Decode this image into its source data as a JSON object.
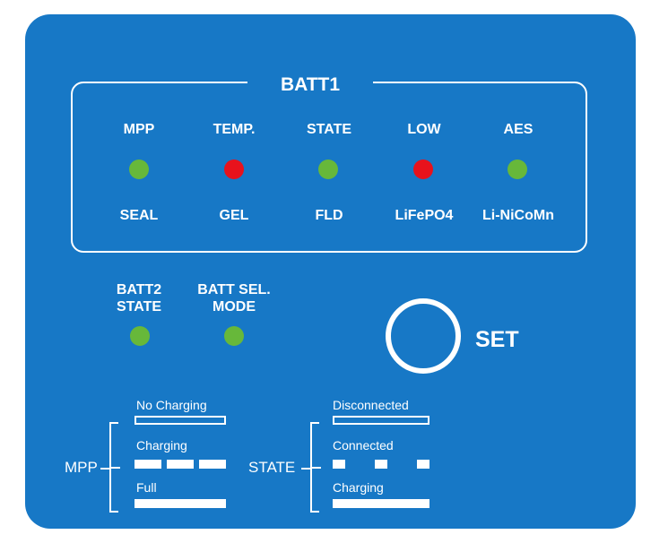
{
  "colors": {
    "panel": "#1778c6",
    "led_green": "#67b83a",
    "led_red": "#e8121c",
    "text": "#ffffff"
  },
  "batt1": {
    "title": "BATT1",
    "columns": [
      {
        "top": "MPP",
        "bottom": "SEAL",
        "led": "green"
      },
      {
        "top": "TEMP.",
        "bottom": "GEL",
        "led": "red"
      },
      {
        "top": "STATE",
        "bottom": "FLD",
        "led": "green"
      },
      {
        "top": "LOW",
        "bottom": "LiFePO4",
        "led": "red"
      },
      {
        "top": "AES",
        "bottom": "Li-NiCoMn",
        "led": "green"
      }
    ]
  },
  "batt2_state": {
    "line1": "BATT2",
    "line2": "STATE",
    "led": "green"
  },
  "batt_sel_mode": {
    "line1": "BATT SEL.",
    "line2": "MODE",
    "led": "green"
  },
  "set_button": {
    "label": "SET"
  },
  "legend": {
    "mpp": {
      "label": "MPP",
      "items": [
        {
          "label": "No Charging",
          "pattern": "off"
        },
        {
          "label": "Charging",
          "pattern": "blinking"
        },
        {
          "label": "Full",
          "pattern": "on"
        }
      ]
    },
    "state": {
      "label": "STATE",
      "items": [
        {
          "label": "Disconnected",
          "pattern": "off"
        },
        {
          "label": "Connected",
          "pattern": "flashing"
        },
        {
          "label": "Charging",
          "pattern": "on"
        }
      ]
    }
  }
}
